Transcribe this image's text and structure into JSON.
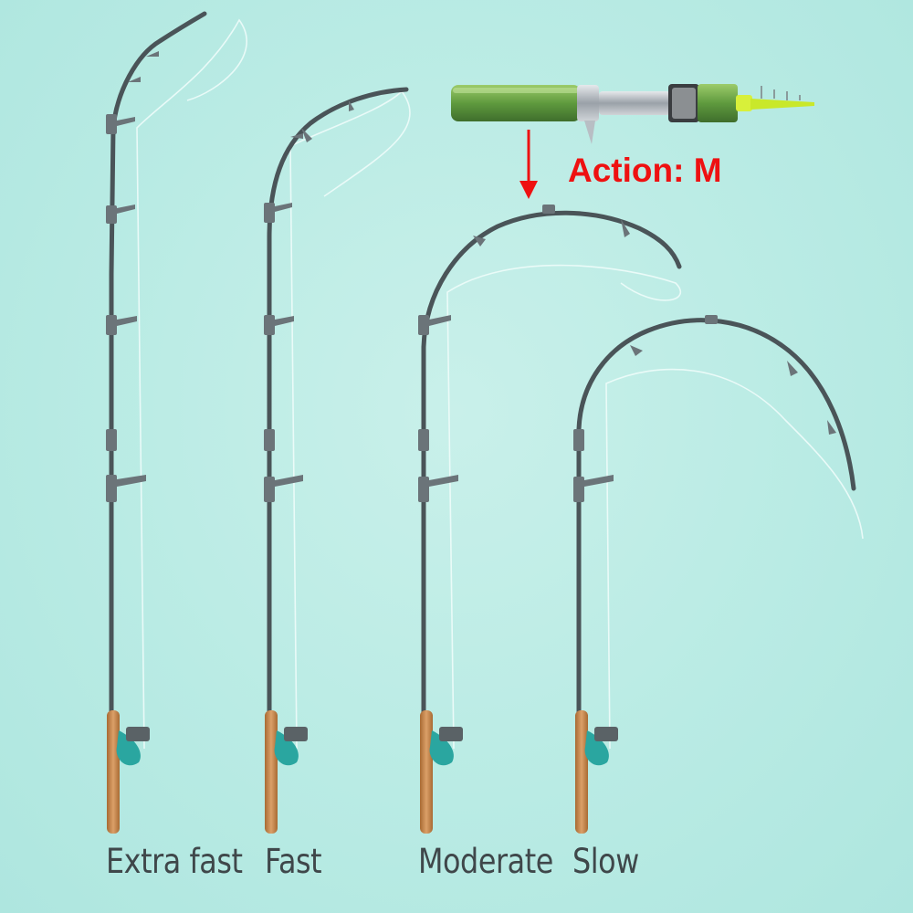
{
  "colors": {
    "background": "#b9ebe4",
    "rod": "#4a5458",
    "guide": "#6b7479",
    "line": "#e8f8f6",
    "cork": "#c98a4e",
    "reel": "#2aa6a0",
    "arrow": "#ee1111"
  },
  "icons": [
    "rod-handle-image",
    "down-arrow-icon"
  ],
  "annotation": {
    "action_text": "Action: M"
  },
  "rods": [
    {
      "id": "extra-fast",
      "label": "Extra fast"
    },
    {
      "id": "fast",
      "label": "Fast"
    },
    {
      "id": "moderate",
      "label": "Moderate"
    },
    {
      "id": "slow",
      "label": "Slow"
    }
  ]
}
